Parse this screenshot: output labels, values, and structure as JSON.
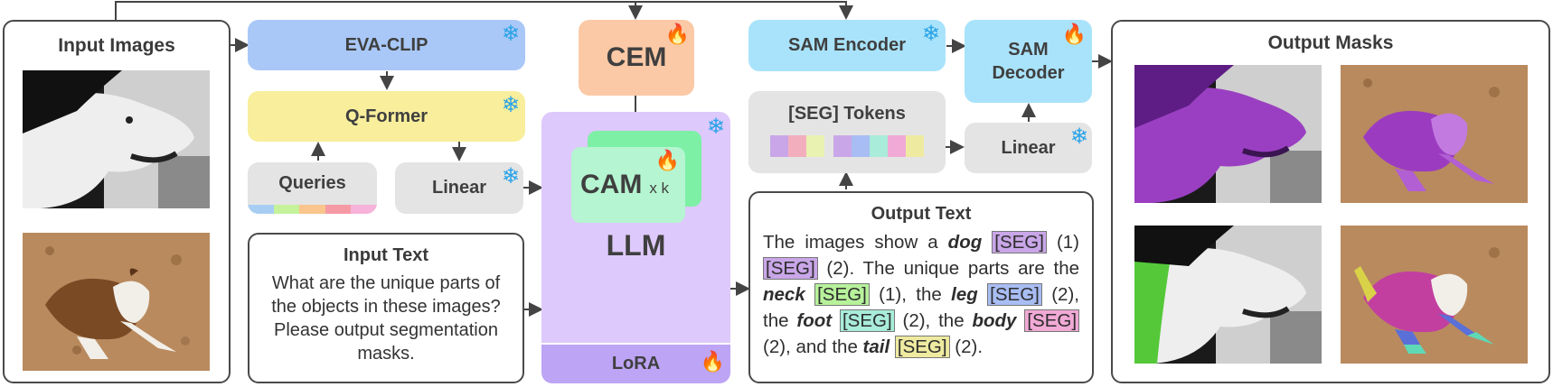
{
  "input_panel": {
    "title": "Input Images"
  },
  "output_panel": {
    "title": "Output Masks"
  },
  "blocks": {
    "eva_clip": "EVA-CLIP",
    "q_former": "Q-Former",
    "queries": "Queries",
    "linear_left": "Linear",
    "cem": "CEM",
    "cam": "CAM",
    "cam_mult": "x k",
    "llm": "LLM",
    "lora": "LoRA",
    "sam_encoder": "SAM Encoder",
    "sam_decoder_1": "SAM",
    "sam_decoder_2": "Decoder",
    "seg_tokens": "[SEG] Tokens",
    "linear_right": "Linear"
  },
  "input_text": {
    "title": "Input Text",
    "body": "What are the unique parts of the objects in these images? Please output segmentation masks."
  },
  "output_text": {
    "title": "Output Text",
    "p1": "The images show a ",
    "w_dog": "dog",
    "seg": "[SEG]",
    "n1": " (1) ",
    "n2": " (2). The unique parts are the ",
    "w_neck": "neck",
    "n3": " (1), the ",
    "w_leg": "leg",
    "n4": " (2), the ",
    "w_foot": "foot",
    "n5": " (2), the ",
    "w_body": "body",
    "n6": " (2), and the ",
    "w_tail": "tail",
    "n7": " (2)."
  },
  "colors": {
    "eva_clip": "#a9c8f7",
    "q_former": "#f8ee9c",
    "gray_block": "#e4e4e4",
    "cem": "#fbc9a6",
    "llm": "#ddc9fb",
    "lora": "#bda4f5",
    "cam_front": "#b5f5d1",
    "cam_back": "#7df0a6",
    "sam": "#a9e3fb",
    "seg_dog": "#c9a6e8",
    "seg_neck": "#b7f29b",
    "seg_leg": "#a8bdf3",
    "seg_foot": "#a8ecd9",
    "seg_body": "#f1a9d6",
    "seg_tail": "#eeeaa0"
  }
}
